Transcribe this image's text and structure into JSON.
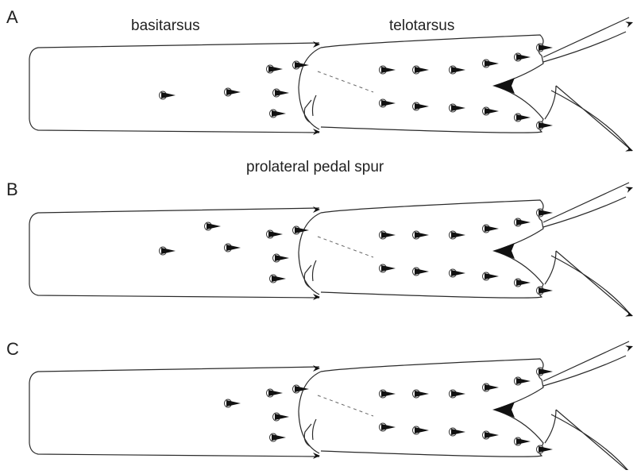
{
  "labels": {
    "basitarsus": "basitarsus",
    "telotarsus": "telotarsus",
    "spur": "prolateral pedal spur"
  },
  "panels": [
    {
      "letter": "A",
      "basitarsal_setae": 2,
      "variant": "a"
    },
    {
      "letter": "B",
      "basitarsal_setae": 3,
      "variant": "b"
    },
    {
      "letter": "C",
      "basitarsal_setae": 1,
      "variant": "c"
    }
  ],
  "icons": {
    "seta": "seta-icon",
    "claw": "claw-icon",
    "spur": "spur-icon"
  }
}
